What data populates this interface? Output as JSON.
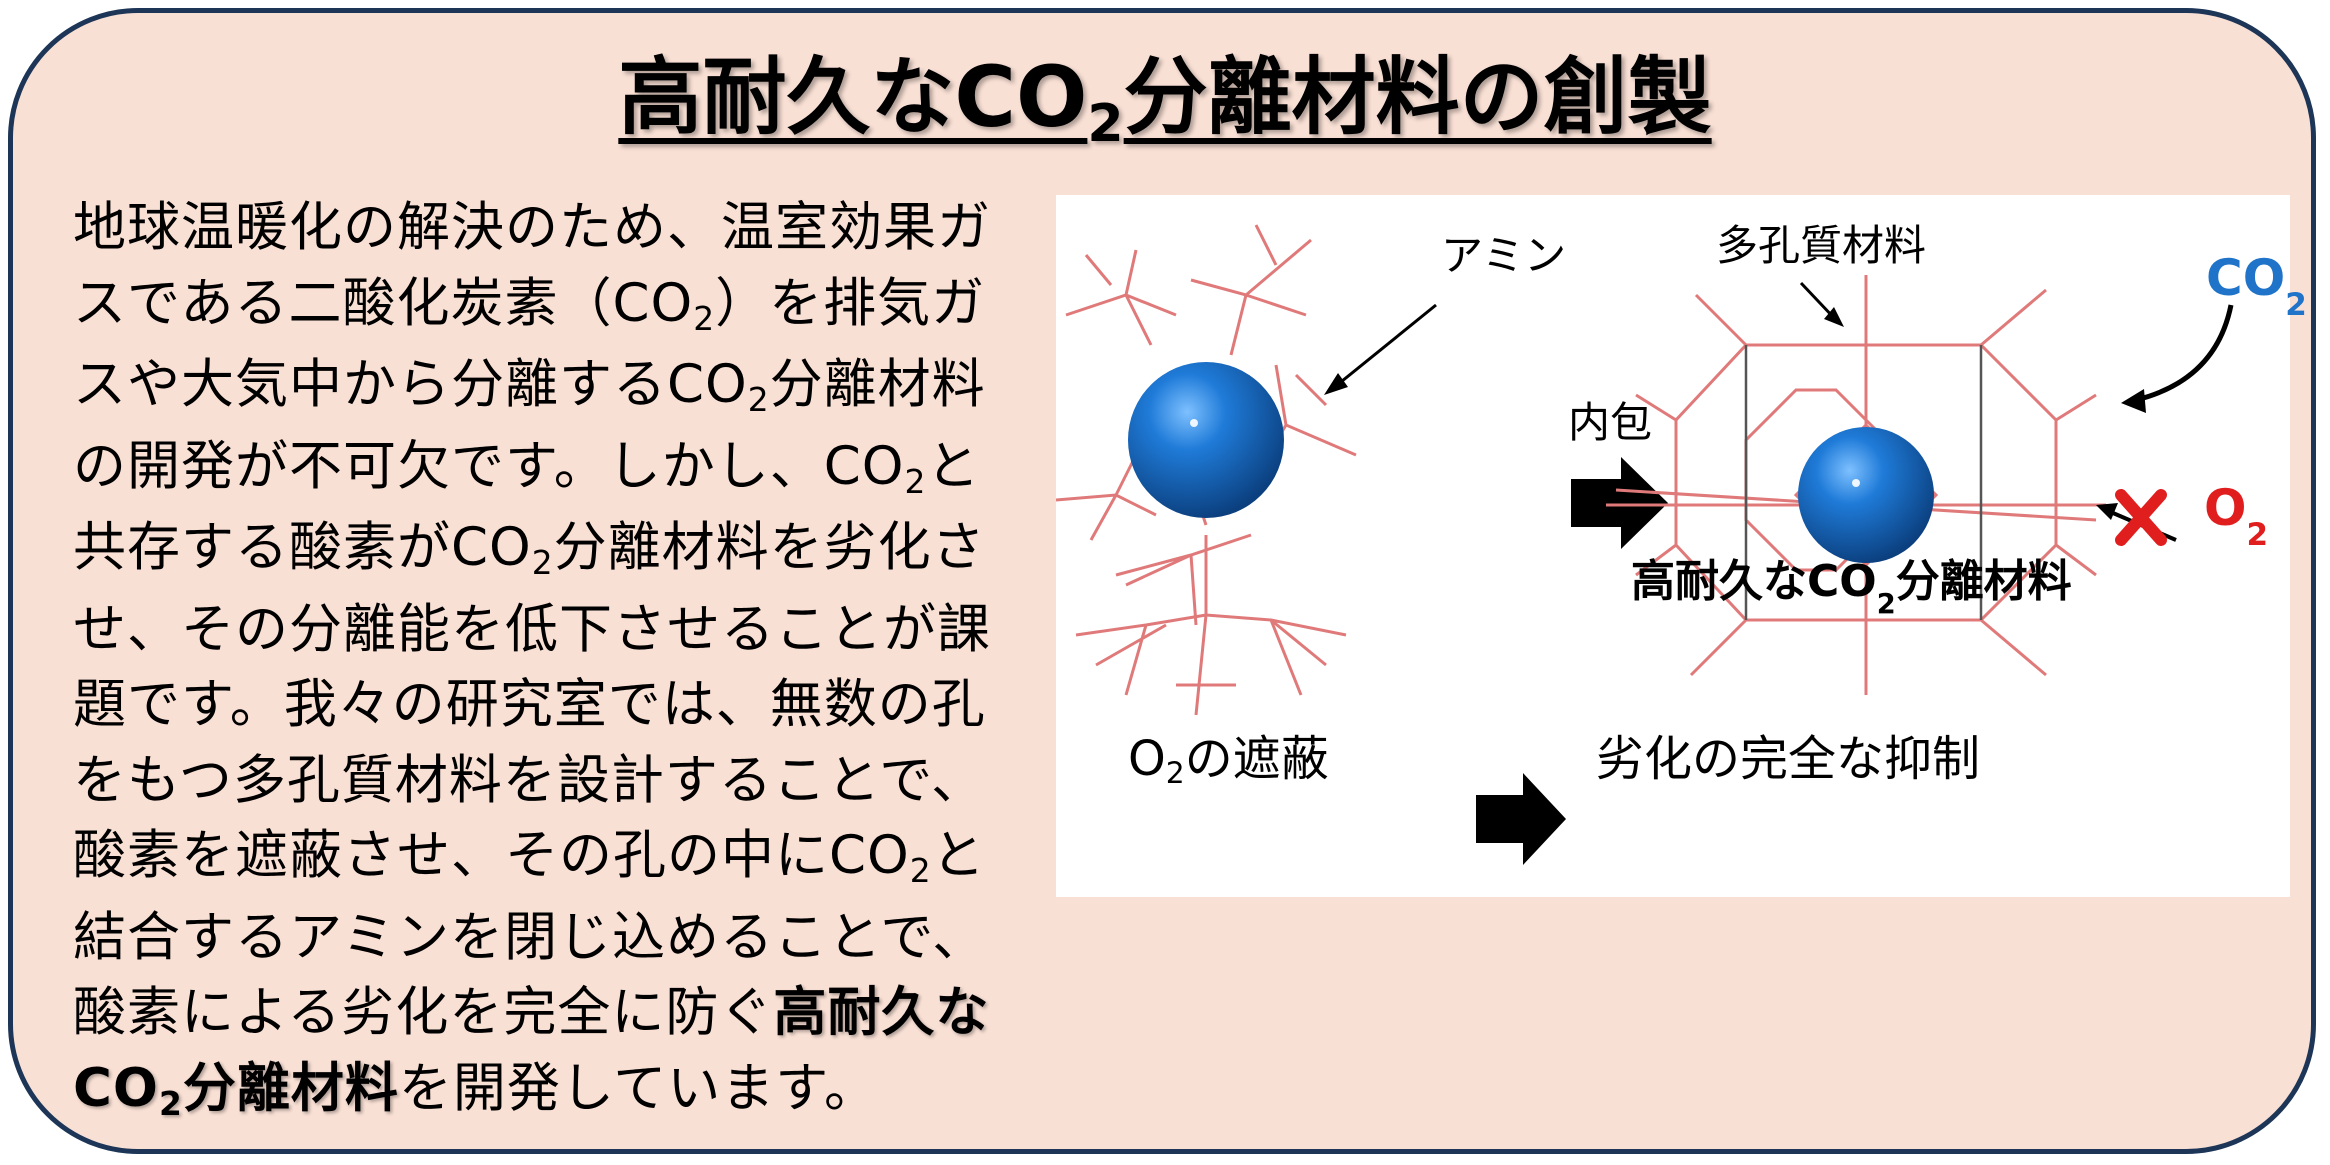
{
  "title": {
    "main": "高耐久なCO",
    "sub": "2",
    "rest": "分離材料の創製"
  },
  "body": {
    "lines": [
      [
        "地球温暖化の解決のため、温室効果ガ"
      ],
      [
        "スである二酸化炭素（CO",
        "2",
        "）を排気ガ"
      ],
      [
        "スや大気中から分離するCO",
        "2",
        "分離材料"
      ],
      [
        "の開発が不可欠です。しかし、CO",
        "2",
        "と"
      ],
      [
        "共存する酸素がCO",
        "2",
        "分離材料を劣化さ"
      ],
      [
        "せ、その分離能を低下させることが課"
      ],
      [
        "題です。我々の研究室では、無数の孔"
      ],
      [
        "をもつ多孔質材料を設計することで、"
      ],
      [
        "酸素を遮蔽させ、その孔の中にCO",
        "2",
        "と"
      ],
      [
        "結合するアミンを閉じ込めることで、"
      ]
    ],
    "line11_a": "酸素による劣化を完全に防ぐ",
    "line11_bold": "高耐久な",
    "line12_bold_a": "CO",
    "line12_bold_sub": "2",
    "line12_bold_b": "分離材料",
    "line12_rest": "を開発しています。"
  },
  "figure": {
    "amine_label": "アミン",
    "porous_label": "多孔質材料",
    "encapsulation_label": "内包",
    "co2_label": "CO",
    "co2_sub": "2",
    "o2_label": "O",
    "o2_sub": "2",
    "material_caption_a": "高耐久なCO",
    "material_caption_sub": "2",
    "material_caption_b": "分離材料",
    "shield_a": "O",
    "shield_sub": "2",
    "shield_b": "の遮蔽",
    "result": "劣化の完全な抑制"
  },
  "colors": {
    "background": "#f9e0d5",
    "border": "#1d3557",
    "framework": "#e07a7a",
    "sphere": "#1565c0",
    "co2": "#1f73c8",
    "o2": "#e01e1e"
  }
}
